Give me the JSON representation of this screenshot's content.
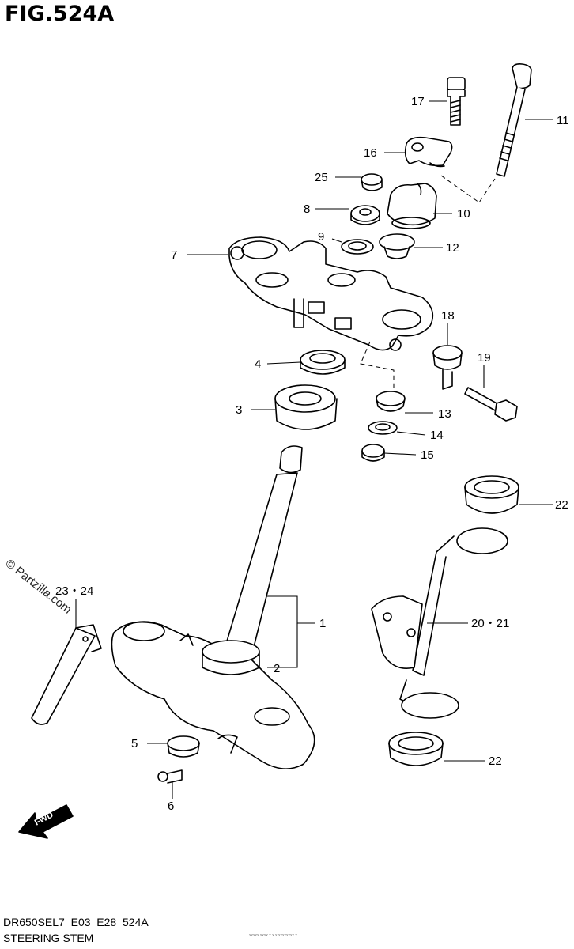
{
  "figure": {
    "title": "FIG.524A",
    "model": "DR650SEL7_E03_E28_524A",
    "subtitle": "STEERING STEM",
    "watermark": "© Partzilla.com",
    "tiny_caption": "xxxxx xxxx x x x xxxxxxxx x",
    "fwd_label": "FWD"
  },
  "callouts": [
    {
      "id": "1",
      "label": "1"
    },
    {
      "id": "2",
      "label": "2"
    },
    {
      "id": "3",
      "label": "3"
    },
    {
      "id": "4",
      "label": "4"
    },
    {
      "id": "5",
      "label": "5"
    },
    {
      "id": "6",
      "label": "6"
    },
    {
      "id": "7",
      "label": "7"
    },
    {
      "id": "8",
      "label": "8"
    },
    {
      "id": "9",
      "label": "9"
    },
    {
      "id": "10",
      "label": "10"
    },
    {
      "id": "11",
      "label": "11"
    },
    {
      "id": "12",
      "label": "12"
    },
    {
      "id": "13",
      "label": "13"
    },
    {
      "id": "14",
      "label": "14"
    },
    {
      "id": "15",
      "label": "15"
    },
    {
      "id": "16",
      "label": "16"
    },
    {
      "id": "17",
      "label": "17"
    },
    {
      "id": "18",
      "label": "18"
    },
    {
      "id": "19",
      "label": "19"
    },
    {
      "id": "20-21",
      "label": "20・21"
    },
    {
      "id": "22a",
      "label": "22"
    },
    {
      "id": "22b",
      "label": "22"
    },
    {
      "id": "23-24",
      "label": "23・24"
    },
    {
      "id": "25",
      "label": "25"
    }
  ]
}
